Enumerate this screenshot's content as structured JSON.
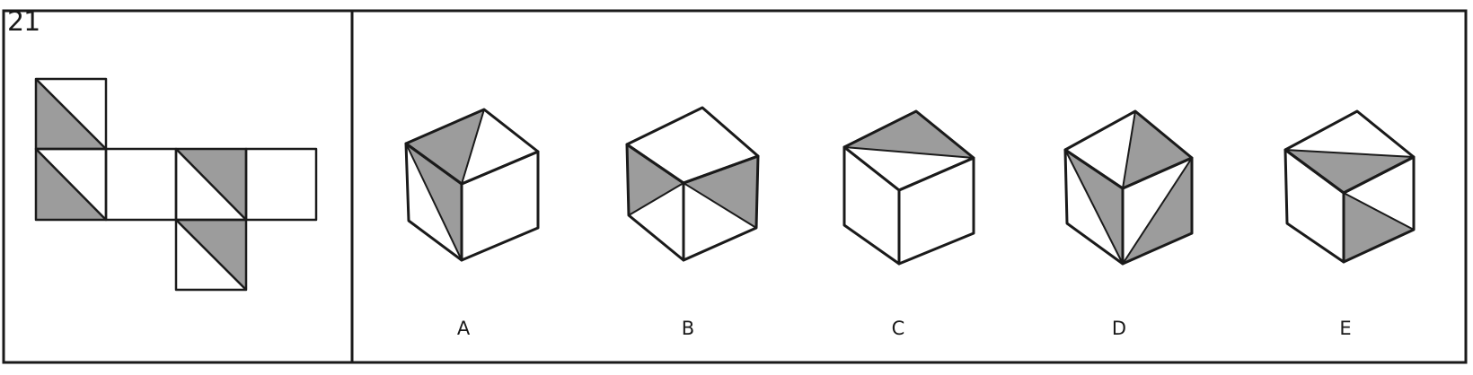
{
  "question": {
    "number": "21"
  },
  "options": [
    {
      "label": "A"
    },
    {
      "label": "B"
    },
    {
      "label": "C"
    },
    {
      "label": "D"
    },
    {
      "label": "E"
    }
  ],
  "colors": {
    "ink": "#1a1a1a",
    "shade": "#9c9c9c",
    "paper": "#ffffff"
  }
}
